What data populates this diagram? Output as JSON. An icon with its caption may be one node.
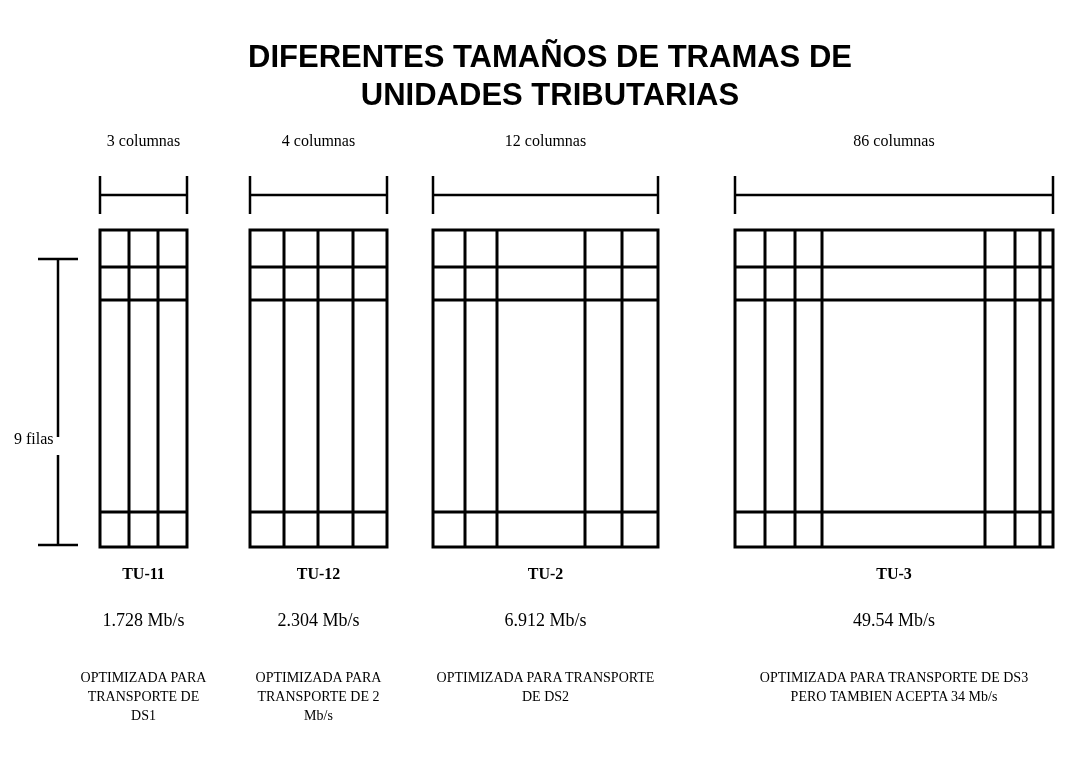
{
  "diagram": {
    "title": "DIFERENTES TAMAÑOS DE TRAMAS DE UNIDADES TRIBUTARIAS",
    "nodes": [
      {
        "text": [
          "TU-11"
        ],
        "beside": [
          "1.728 Mb/s",
          "OPTIMIZADA PARA TRANSPORTE DE DS1"
        ]
      },
      {
        "text": [
          "TU-12"
        ],
        "beside": [
          "2.304 Mb/s",
          "OPTIMIZADA PARA TRANSPORTE DE 2 Mb/s"
        ]
      },
      {
        "text": [
          "TU-2"
        ],
        "beside": [
          "6.912 Mb/s",
          "OPTIMIZADA PARA TRANSPORTE DE DS2"
        ]
      },
      {
        "text": [
          "TU-3"
        ],
        "beside": [
          "49.54 Mb/s",
          "OPTIMIZADA PARA TRANSPORTE DE DS3 PERO TAMBIEN ACEPTA 34 Mb/s"
        ]
      }
    ],
    "labels": [
      "3 columnas",
      "4 columnas",
      "12 columnas",
      "86 columnas",
      "9 filas"
    ]
  }
}
